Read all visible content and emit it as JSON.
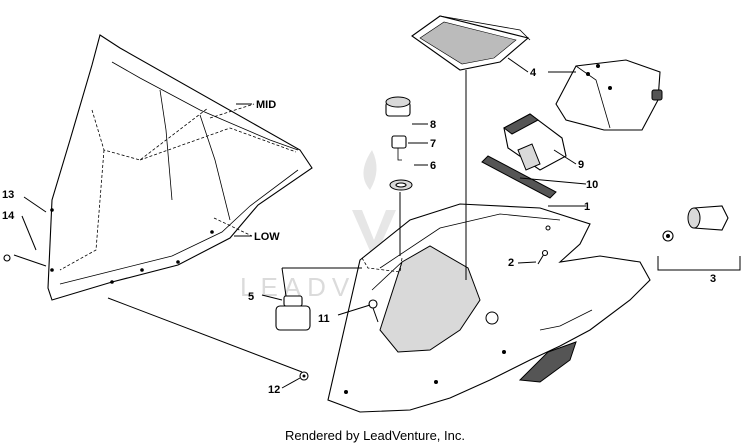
{
  "diagram": {
    "labels": {
      "p1": "1",
      "p2": "2",
      "p3": "3",
      "p4": "4",
      "p5": "5",
      "p6": "6",
      "p7": "7",
      "p8": "8",
      "p9": "9",
      "p10": "10",
      "p11": "11",
      "p12": "12",
      "p13": "13",
      "p14": "14",
      "mid": "MID",
      "low": "LOW"
    },
    "watermark": "LEADVENTURE"
  },
  "footer": {
    "text": "Rendered by LeadVenture, Inc."
  }
}
